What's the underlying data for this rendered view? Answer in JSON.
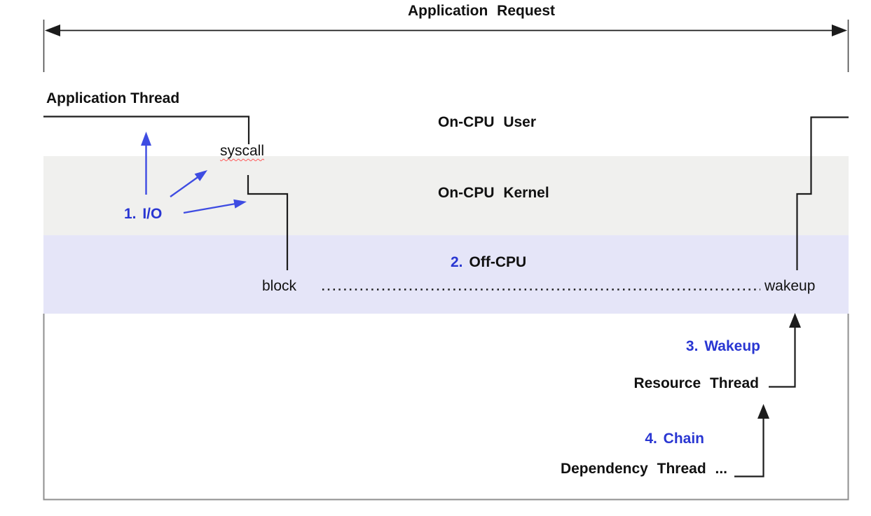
{
  "title": "Application Request",
  "labels": {
    "application_thread": "Application Thread",
    "on_cpu_user": "On-CPU User",
    "on_cpu_kernel": "On-CPU Kernel",
    "off_cpu_number": "2.",
    "off_cpu": "Off-CPU",
    "syscall": "syscall",
    "block": "block",
    "wakeup": "wakeup",
    "io": "1. I/O",
    "wakeup_step": "3. Wakeup",
    "resource_thread": "Resource Thread",
    "chain": "4. Chain",
    "dependency_thread": "Dependency Thread ..."
  },
  "colors": {
    "annotation-blue": "#2936d2",
    "arrow-blue": "#3e4ce2",
    "kernel-band": "#f0f0ee",
    "offcpu-band": "#e5e5f8",
    "line-black": "#1c1c1c",
    "border-gray": "#8f8f8f",
    "spellcheck-red": "#ff5a5a"
  }
}
